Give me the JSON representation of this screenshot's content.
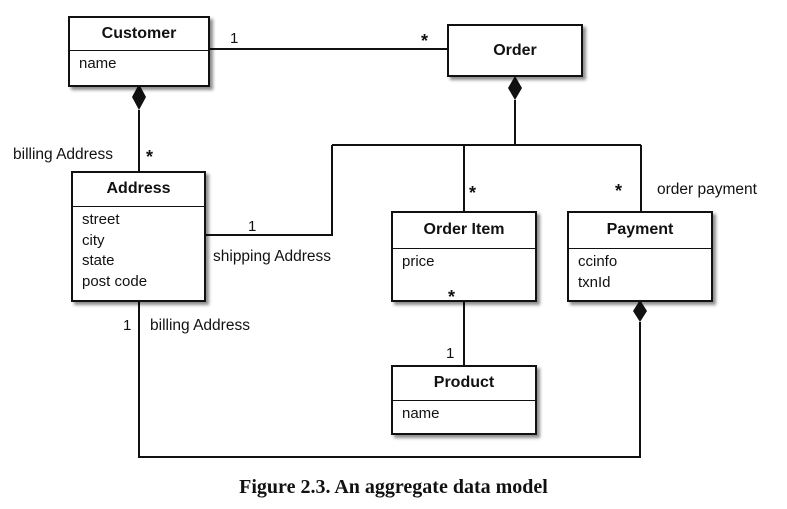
{
  "classes": {
    "customer": {
      "name": "Customer",
      "attrs": [
        "name"
      ]
    },
    "order": {
      "name": "Order",
      "attrs": []
    },
    "address": {
      "name": "Address",
      "attrs": [
        "street",
        "city",
        "state",
        "post code"
      ]
    },
    "order_item": {
      "name": "Order Item",
      "attrs": [
        "price"
      ]
    },
    "payment": {
      "name": "Payment",
      "attrs": [
        "ccinfo",
        "txnId"
      ]
    },
    "product": {
      "name": "Product",
      "attrs": [
        "name"
      ]
    }
  },
  "associations": {
    "customer_order": {
      "customer_end": "1",
      "order_end": "*"
    },
    "customer_address": {
      "role": "billing Address",
      "address_end": "*"
    },
    "order_shipping": {
      "role": "shipping Address",
      "address_end": "1"
    },
    "order_item": {
      "item_end": "*"
    },
    "order_payment": {
      "role": "order payment",
      "payment_end": "*"
    },
    "item_product": {
      "item_end": "*",
      "product_end": "1"
    },
    "payment_billing": {
      "role": "billing Address",
      "address_end": "1"
    }
  },
  "caption": "Figure 2.3. An aggregate data model",
  "colors": {
    "line": "#111111",
    "background": "#ffffff"
  }
}
